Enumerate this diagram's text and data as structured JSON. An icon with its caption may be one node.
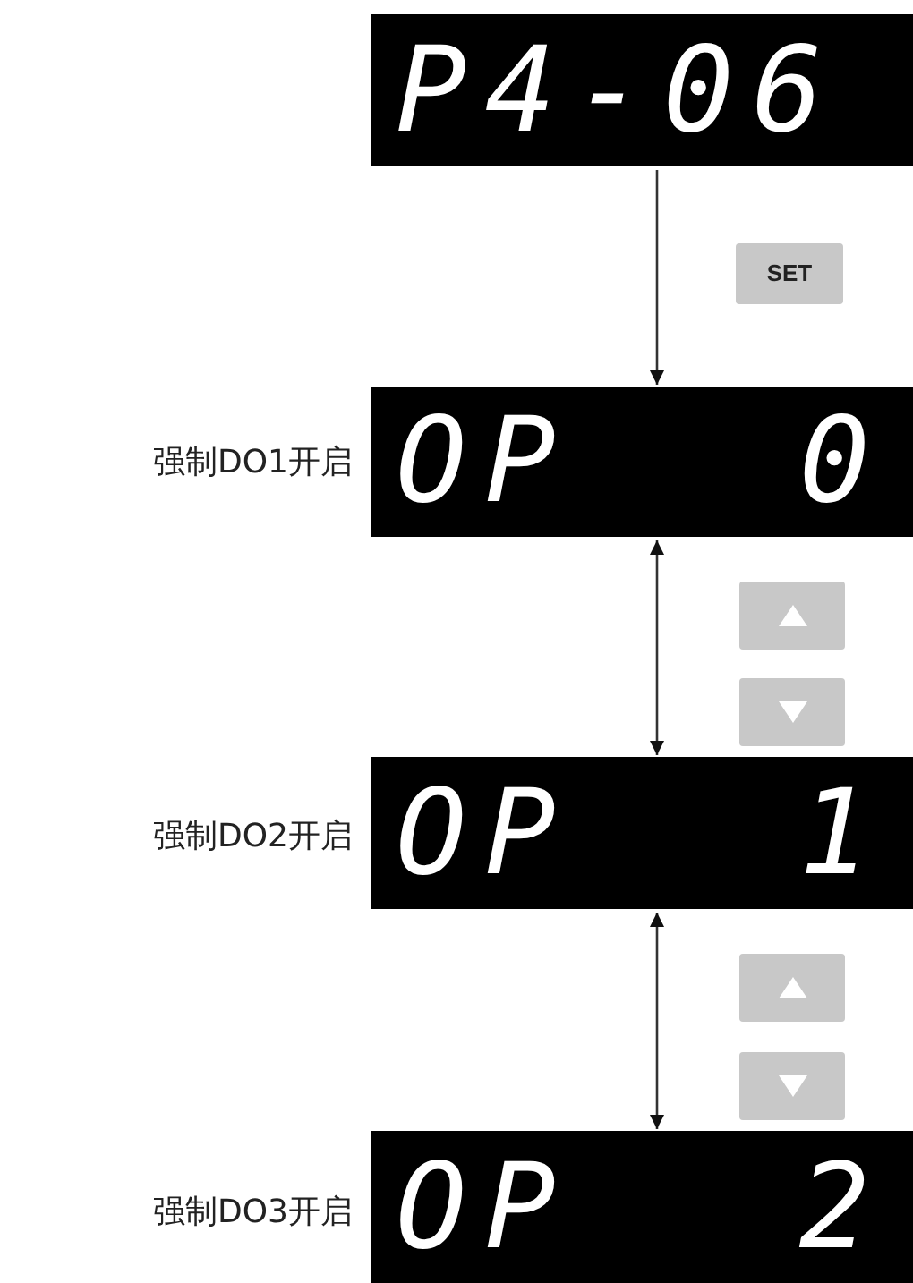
{
  "diagram": {
    "nodes": [
      {
        "text": [
          "P4-06"
        ]
      },
      {
        "text": [
          "OP",
          "0"
        ],
        "beside": [
          "强制DO1开启"
        ]
      },
      {
        "text": [
          "OP",
          "1"
        ],
        "beside": [
          "强制DO2开启"
        ]
      },
      {
        "text": [
          "OP",
          "2"
        ],
        "beside": [
          "强制DO3开启"
        ]
      }
    ],
    "edges": [
      {
        "from": 0,
        "to": 1,
        "arrow": "to",
        "label": "SET"
      },
      {
        "from": 1,
        "to": 2,
        "arrow": "both"
      },
      {
        "from": 2,
        "to": 3,
        "arrow": "both"
      }
    ]
  }
}
